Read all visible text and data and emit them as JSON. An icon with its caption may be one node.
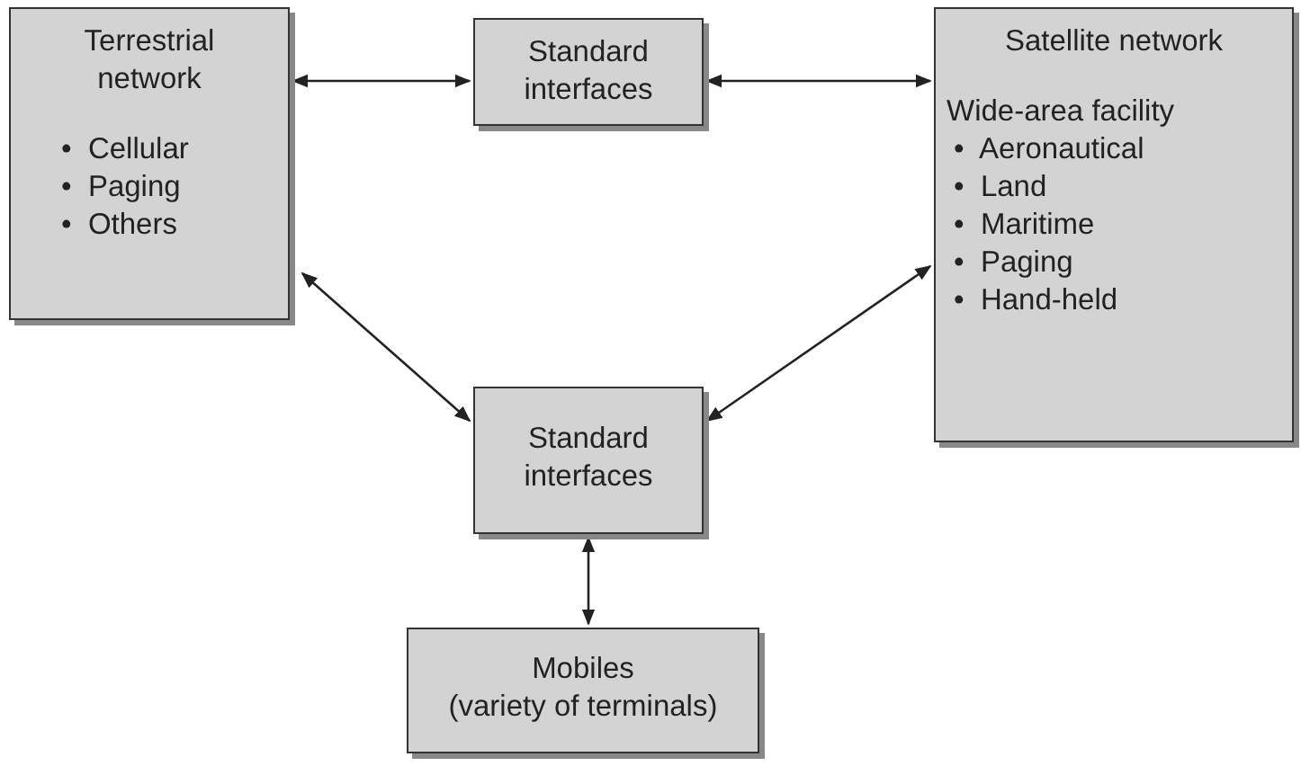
{
  "diagram": {
    "nodes": [
      {
        "text": [
          "Terrestrial network",
          "•  Cellular",
          "•  Paging",
          "•  Others"
        ]
      },
      {
        "text": [
          "Standard interfaces"
        ]
      },
      {
        "text": [
          "Satellite network",
          "Wide-area facility",
          "•  Aeronautical",
          "•  Land",
          "•  Maritime",
          "•  Paging",
          "•  Hand-held"
        ]
      },
      {
        "text": [
          "Standard interfaces"
        ]
      },
      {
        "text": [
          "Mobiles",
          "(variety of terminals)"
        ]
      }
    ],
    "edges": [
      {
        "from": 0,
        "to": 1,
        "arrow": "both"
      },
      {
        "from": 1,
        "to": 2,
        "arrow": "both"
      },
      {
        "from": 0,
        "to": 3,
        "arrow": "both"
      },
      {
        "from": 2,
        "to": 3,
        "arrow": "both"
      },
      {
        "from": 3,
        "to": 4,
        "arrow": "both"
      }
    ]
  }
}
